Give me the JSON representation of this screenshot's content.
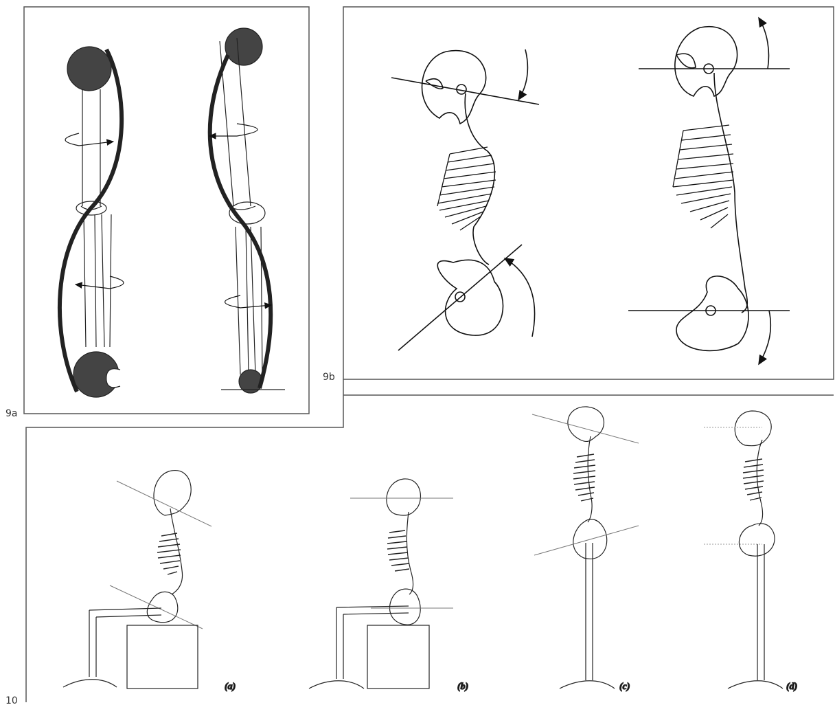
{
  "figure": {
    "panel_9a": {
      "label": "9a"
    },
    "panel_9b": {
      "label": "9b"
    },
    "panel_10": {
      "label": "10",
      "subfigures": [
        {
          "key": "a",
          "label": "(a)",
          "pose": "sitting-slumped"
        },
        {
          "key": "b",
          "label": "(b)",
          "pose": "sitting-upright"
        },
        {
          "key": "c",
          "label": "(c)",
          "pose": "standing-tilted"
        },
        {
          "key": "d",
          "label": "(d)",
          "pose": "standing-upright"
        }
      ]
    }
  },
  "colors": {
    "line": "#111111",
    "frame": "#555555",
    "bone_fill": "#444444",
    "guide": "#999999"
  },
  "icons": [
    "rotation-arrow-icon",
    "curved-arrow-icon"
  ]
}
